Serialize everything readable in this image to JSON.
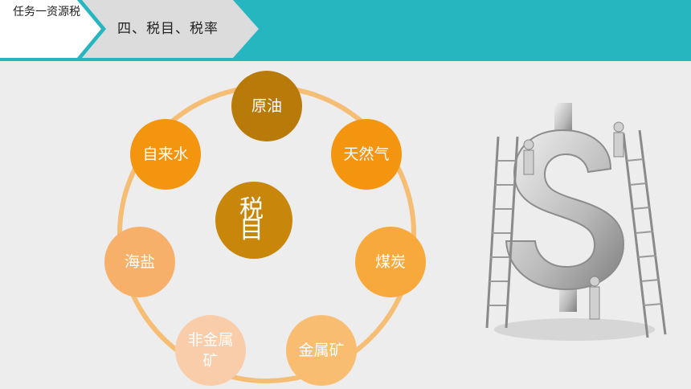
{
  "header": {
    "tab1_label": "任务一资源税",
    "tab2_label": "四、税目、税率"
  },
  "diagram": {
    "center": "税目",
    "nodes": [
      {
        "label": "原油",
        "color": "#b87a08"
      },
      {
        "label": "天然气",
        "color": "#f4950f"
      },
      {
        "label": "煤炭",
        "color": "#f8a93c"
      },
      {
        "label": "金属矿",
        "color": "#f8bd70"
      },
      {
        "label": "非金属矿",
        "color": "#f9ccaa"
      },
      {
        "label": "海盐",
        "color": "#f7b06a"
      },
      {
        "label": "自来水",
        "color": "#f4950f"
      }
    ],
    "ring_color": "#f6b866",
    "center_color": "#c8860a"
  },
  "illustration": {
    "icon": "dollar-sign-with-ladders-icon"
  }
}
